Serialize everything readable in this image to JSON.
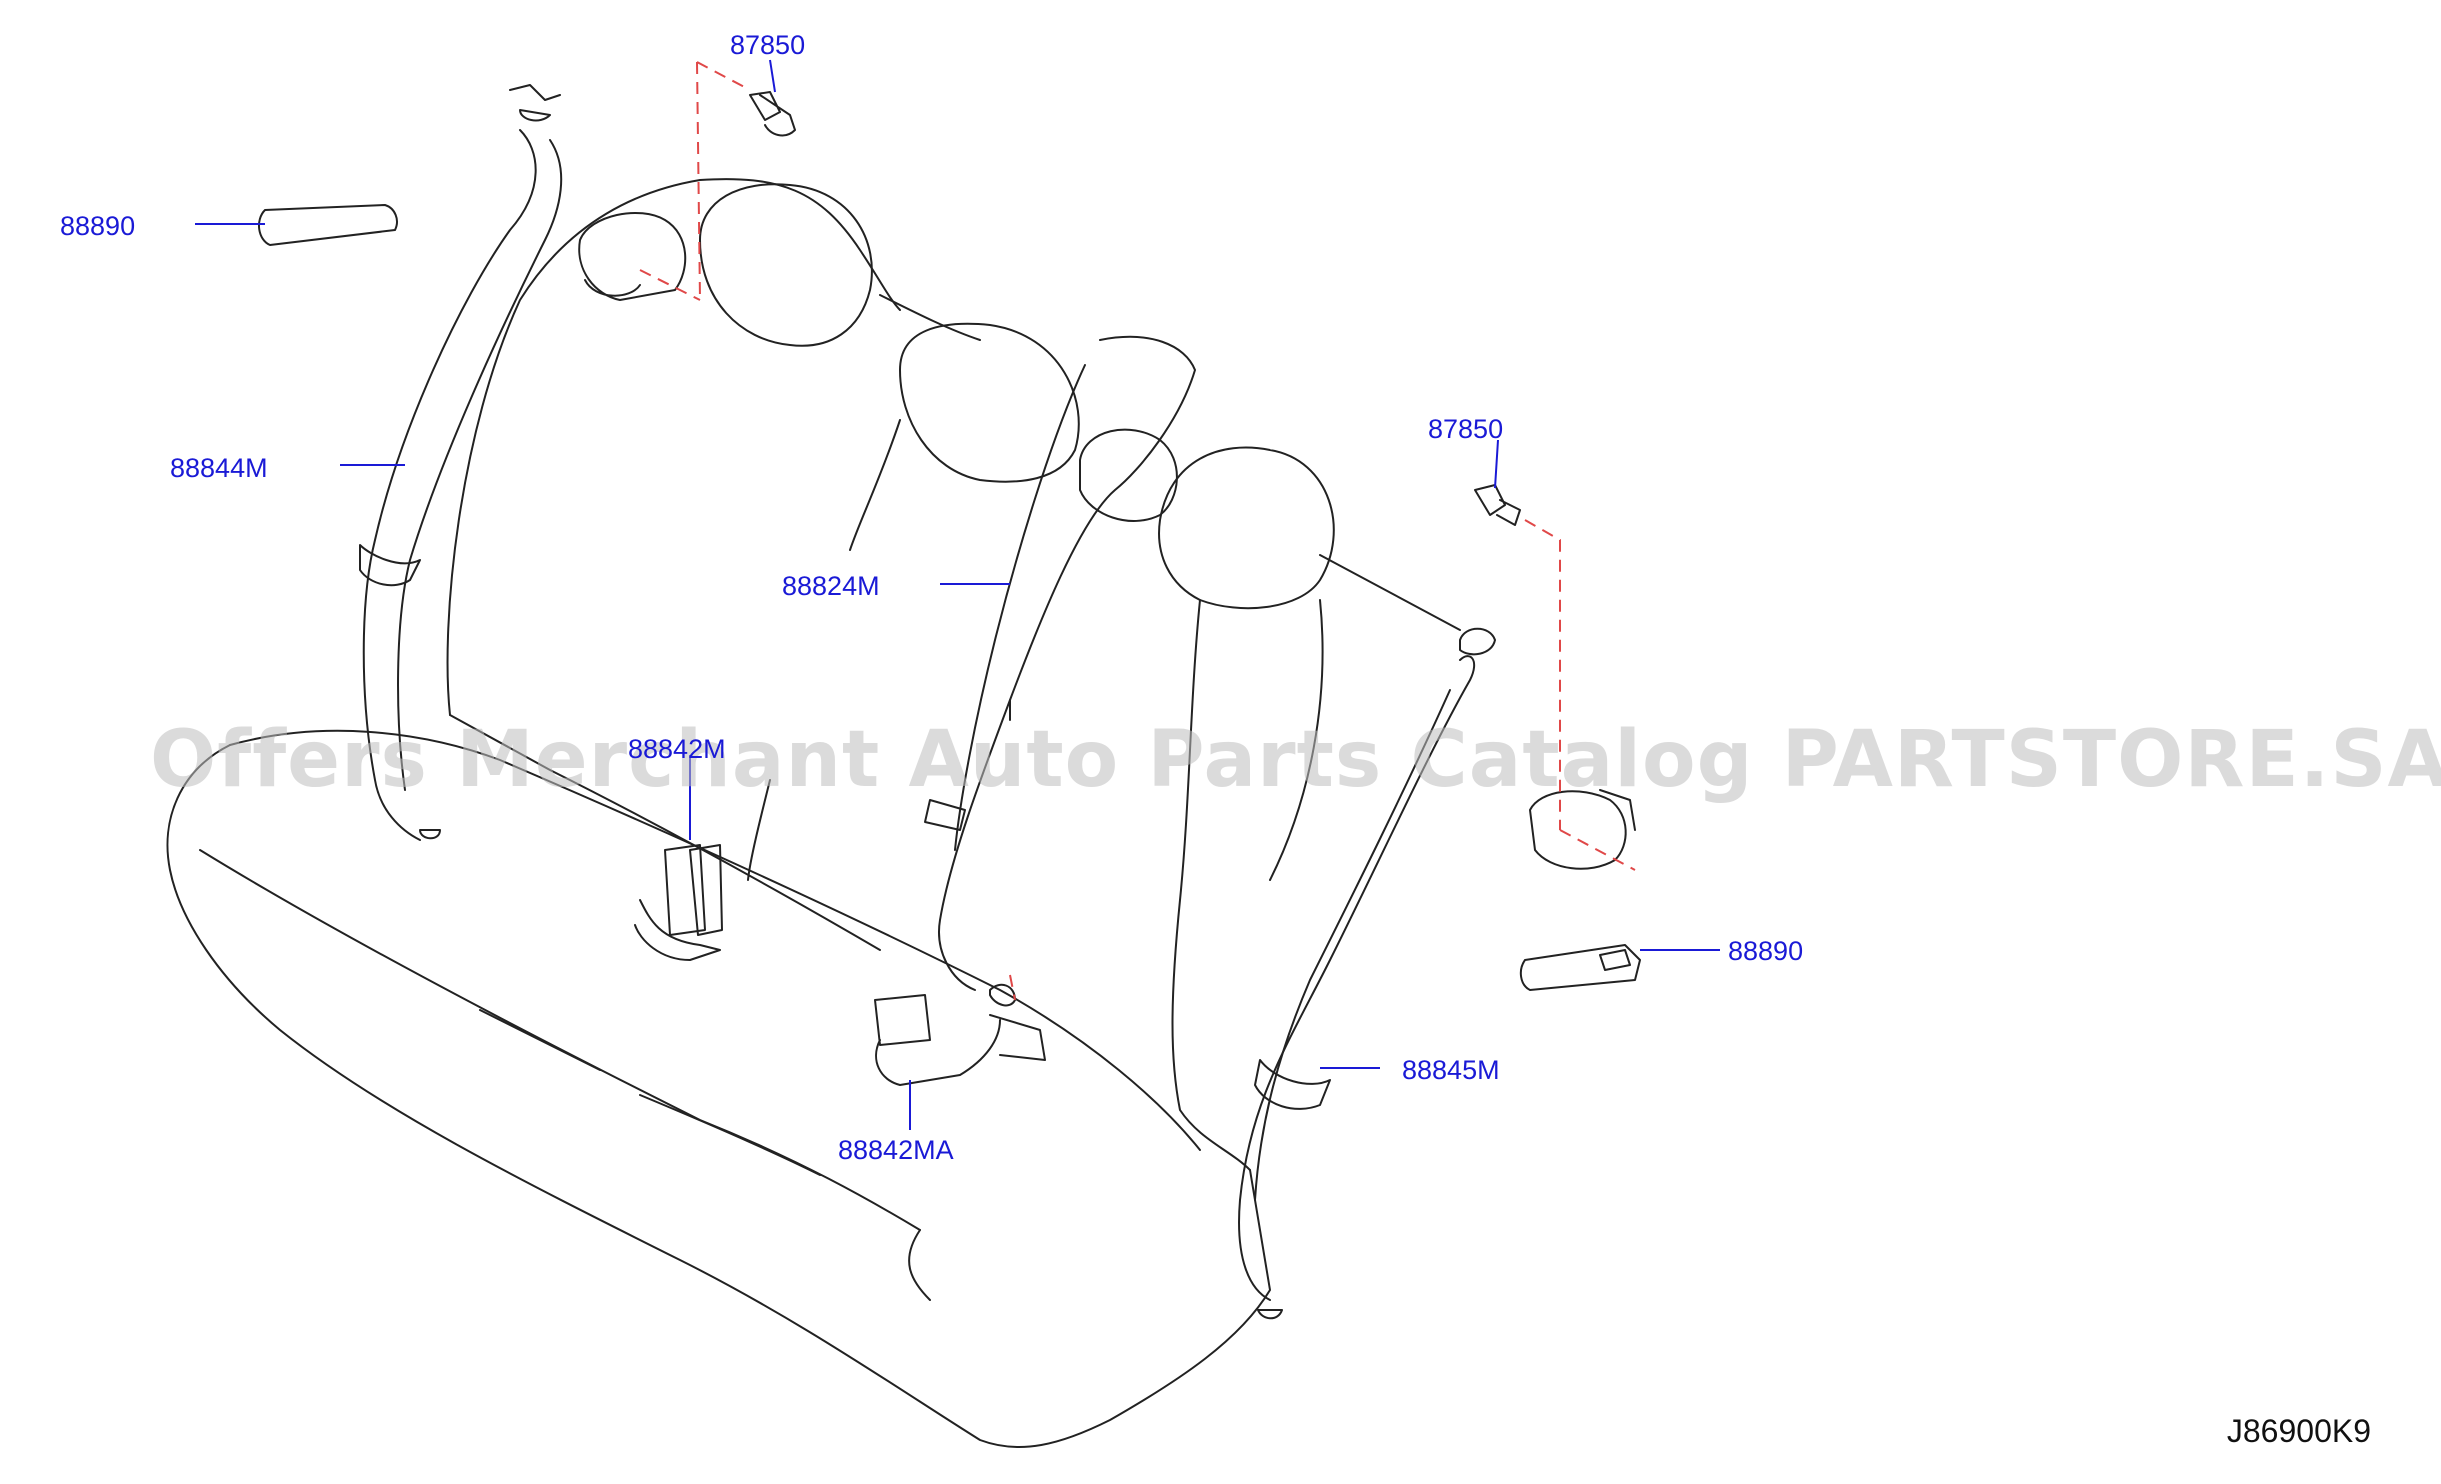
{
  "labels": {
    "screw_top": "87850",
    "screw_right": "87850",
    "cover_left": "88890",
    "cover_right": "88890",
    "belt_left": "88844M",
    "belt_center": "88824M",
    "belt_right": "88845M",
    "buckle_center": "88842M",
    "buckle_right": "88842MA"
  },
  "diagram_code": "J86900K9",
  "watermark": "Offers Merchant Auto Parts Catalog PARTSTORE.SA",
  "colors": {
    "label": "#1a1ad6",
    "line": "#222222",
    "dashed": "#e04848"
  }
}
